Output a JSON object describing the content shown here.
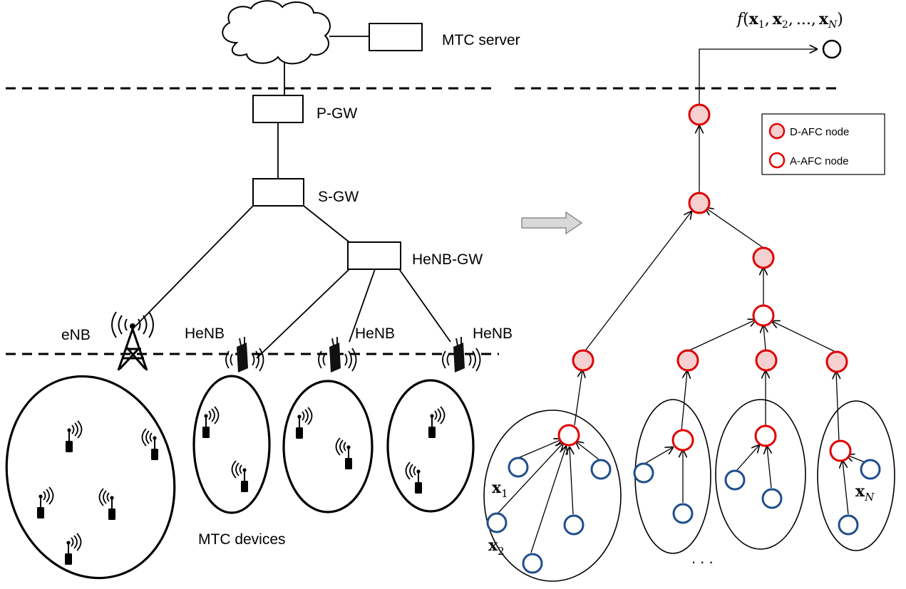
{
  "network": {
    "server_label": "MTC server",
    "pgw_label": "P-GW",
    "sgw_label": "S-GW",
    "henb_gw_label": "HeNB-GW",
    "enb_label": "eNB",
    "henb_labels": [
      "HeNB",
      "HeNB",
      "HeNB"
    ],
    "devices_label": "MTC devices"
  },
  "afc_tree": {
    "output_function": "f(x1, x2, ..., xN)",
    "function_parts": {
      "f": "f",
      "open": "(",
      "x1": "x",
      "s1": "1",
      "c1": ",",
      "x2": "x",
      "s2": "2",
      "c2": ",",
      "dots": "...",
      "c3": ",",
      "xN": "x",
      "sN": "N",
      "close": ")"
    },
    "leaf_labels": {
      "x1": "x",
      "x1_sub": "1",
      "x2": "x",
      "x2_sub": "2",
      "xN": "x",
      "xN_sub": "N"
    },
    "ellipsis": ". . .",
    "legend": {
      "items": [
        {
          "label": "D-AFC node",
          "fill": "#f5d0d0",
          "stroke": "#e00000"
        },
        {
          "label": "A-AFC node",
          "fill": "#ffffff",
          "stroke": "#e00000"
        }
      ]
    }
  },
  "colors": {
    "afc_stroke": "#e00000",
    "d_afc_fill": "#f5d0d0",
    "device_stroke": "#1f4e8c",
    "arrow_fill": "#d9d9d9"
  }
}
